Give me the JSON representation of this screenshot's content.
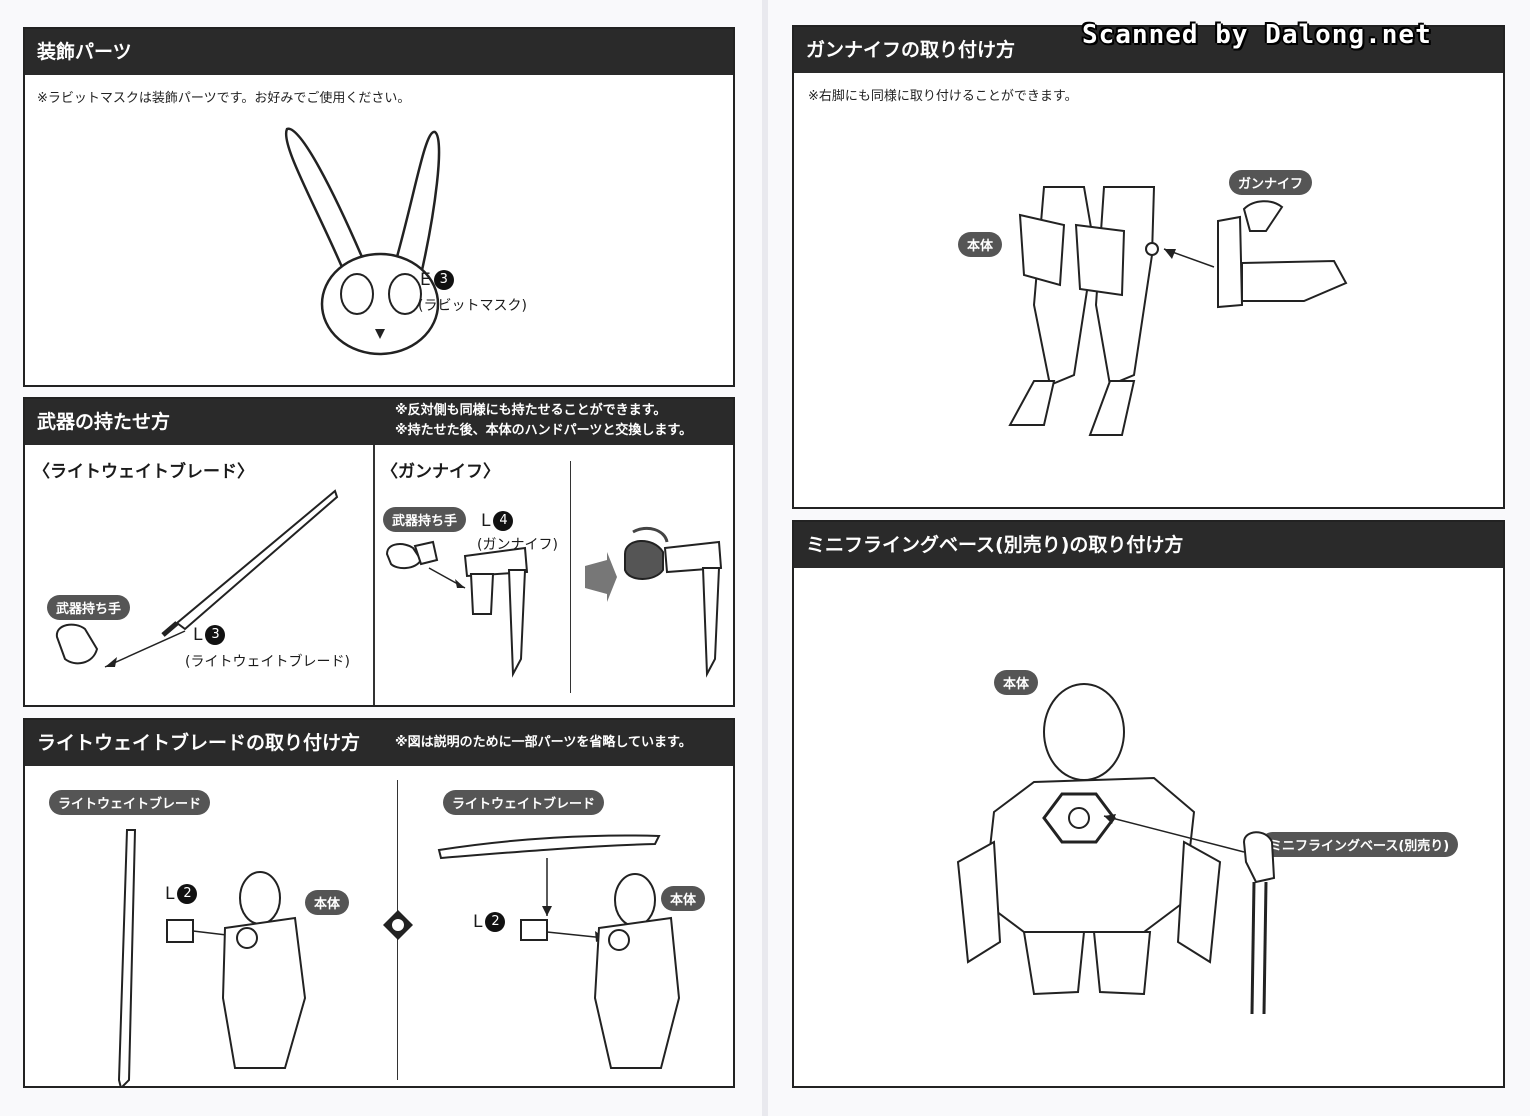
{
  "watermark": "Scanned by Dalong.net",
  "decor": {
    "title": "装飾パーツ",
    "note": "※ラビットマスクは装飾パーツです。お好みでご使用ください。",
    "part_letter": "E",
    "part_number": "3",
    "part_name": "(ラビットマスク)"
  },
  "weapon_hold": {
    "title": "武器の持たせ方",
    "note_line1": "※反対側も同様にも持たせることができます。",
    "note_line2": "※持たせた後、本体のハンドパーツと交換します。",
    "blade": {
      "subtitle": "〈ライトウェイトブレード〉",
      "hand_tag": "武器持ち手",
      "part_letter": "L",
      "part_number": "3",
      "part_name": "(ライトウェイトブレード)"
    },
    "gun": {
      "subtitle": "〈ガンナイフ〉",
      "hand_tag": "武器持ち手",
      "part_letter": "L",
      "part_number": "4",
      "part_name": "(ガンナイフ)"
    }
  },
  "blade_attach": {
    "title": "ライトウェイトブレードの取り付け方",
    "note": "※図は説明のために一部パーツを省略しています。",
    "left": {
      "blade_tag": "ライトウェイトブレード",
      "part_letter": "L",
      "part_number": "2",
      "body_tag": "本体"
    },
    "right": {
      "blade_tag": "ライトウェイトブレード",
      "part_letter": "L",
      "part_number": "2",
      "body_tag": "本体"
    }
  },
  "gunknife_attach": {
    "title": "ガンナイフの取り付け方",
    "note": "※右脚にも同様に取り付けることができます。",
    "gun_tag": "ガンナイフ",
    "body_tag": "本体"
  },
  "flying_base": {
    "title": "ミニフライングベース(別売り)の取り付け方",
    "body_tag": "本体",
    "base_tag": "ミニフライングベース(別売り)"
  }
}
